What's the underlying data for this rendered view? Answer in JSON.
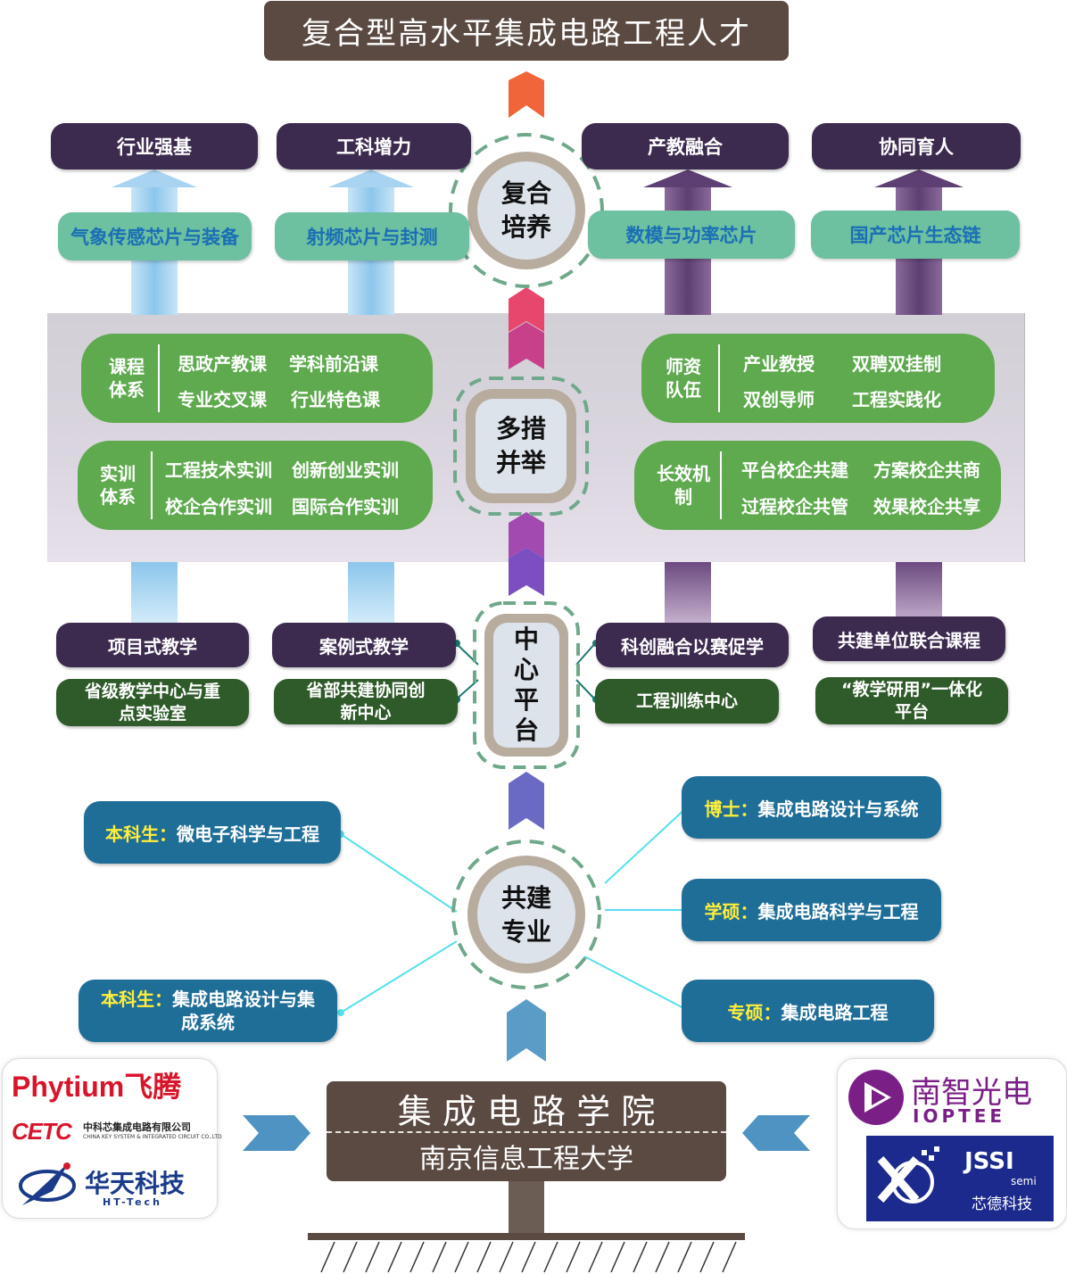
{
  "top_title": "复合型高水平集成电路工程人才",
  "goals": [
    "行业强基",
    "工科增力",
    "产教融合",
    "协同育人"
  ],
  "chip_areas": [
    "气象传感芯片与装备",
    "射频芯片与封测",
    "数模与功率芯片",
    "国产芯片生态链"
  ],
  "hubs": {
    "composite": "复合\n培养",
    "measures": "多措\n并举",
    "platform": "中\n心\n平\n台",
    "majors": "共建\n专业"
  },
  "measures": {
    "course": {
      "title": "课程\n体系",
      "items": [
        "思政产教课",
        "学科前沿课",
        "专业交叉课",
        "行业特色课"
      ]
    },
    "training": {
      "title": "实训\n体系",
      "items": [
        "工程技术实训",
        "创新创业实训",
        "校企合作实训",
        "国际合作实训"
      ]
    },
    "faculty": {
      "title": "师资\n队伍",
      "items": [
        "产业教授",
        "双聘双挂制",
        "双创导师",
        "工程实践化"
      ]
    },
    "mechanism": {
      "title": "长效机\n制",
      "items": [
        "平台校企共建",
        "方案校企共商",
        "过程校企共管",
        "效果校企共享"
      ]
    }
  },
  "teaching": [
    "项目式教学",
    "案例式教学",
    "科创融合以赛促学",
    "共建单位联合课程"
  ],
  "platforms": [
    "省级教学中心与重\n点实验室",
    "省部共建协同创\n新中心",
    "工程训练中心",
    "“教学研用”一体化\n平台"
  ],
  "majors": {
    "ug1": {
      "label": "本科生：",
      "text": "微电子科学与工程"
    },
    "ug2": {
      "label": "本科生：",
      "text": "集成电路设计与集\n成系统"
    },
    "phd": {
      "label": "博士：",
      "text": "集成电路设计与系统"
    },
    "msc": {
      "label": "学硕：",
      "text": "集成电路科学与工程"
    },
    "meng": {
      "label": "专硕：",
      "text": "集成电路工程"
    }
  },
  "base": {
    "college": "集 成 电 路 学 院",
    "university": "南京信息工程大学"
  },
  "partners_left": {
    "phytium": "Phytium飞腾",
    "cetc_mark": "CETC",
    "cetc_cn": "中科芯集成电路有限公司",
    "cetc_en": "CHINA KEY SYSTEM & INTEGRATED CIRCUIT CO.,LTD",
    "ht_cn": "华天科技",
    "ht_en": "HT-Tech"
  },
  "partners_right": {
    "ioptee_cn": "南智光电",
    "ioptee_en": "IOPTEE",
    "jssi_mark": "JSSI",
    "jssi_sub": "semi",
    "jssi_cn": "芯德科技"
  },
  "colors": {
    "dark_purple": "#3d2b4f",
    "teal": "#6dc0a0",
    "green": "#5faa4f",
    "dark_green": "#2f5a2a",
    "blue": "#1f6e98",
    "brown": "#5a4a42",
    "highlight": "#ffee3a"
  }
}
